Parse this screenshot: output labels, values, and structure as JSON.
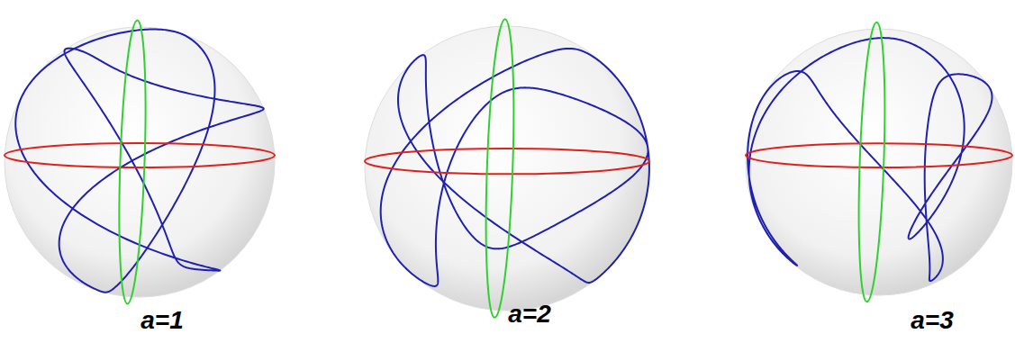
{
  "diagram": {
    "labels": [
      "a=1",
      "a=2",
      "a=3"
    ]
  }
}
